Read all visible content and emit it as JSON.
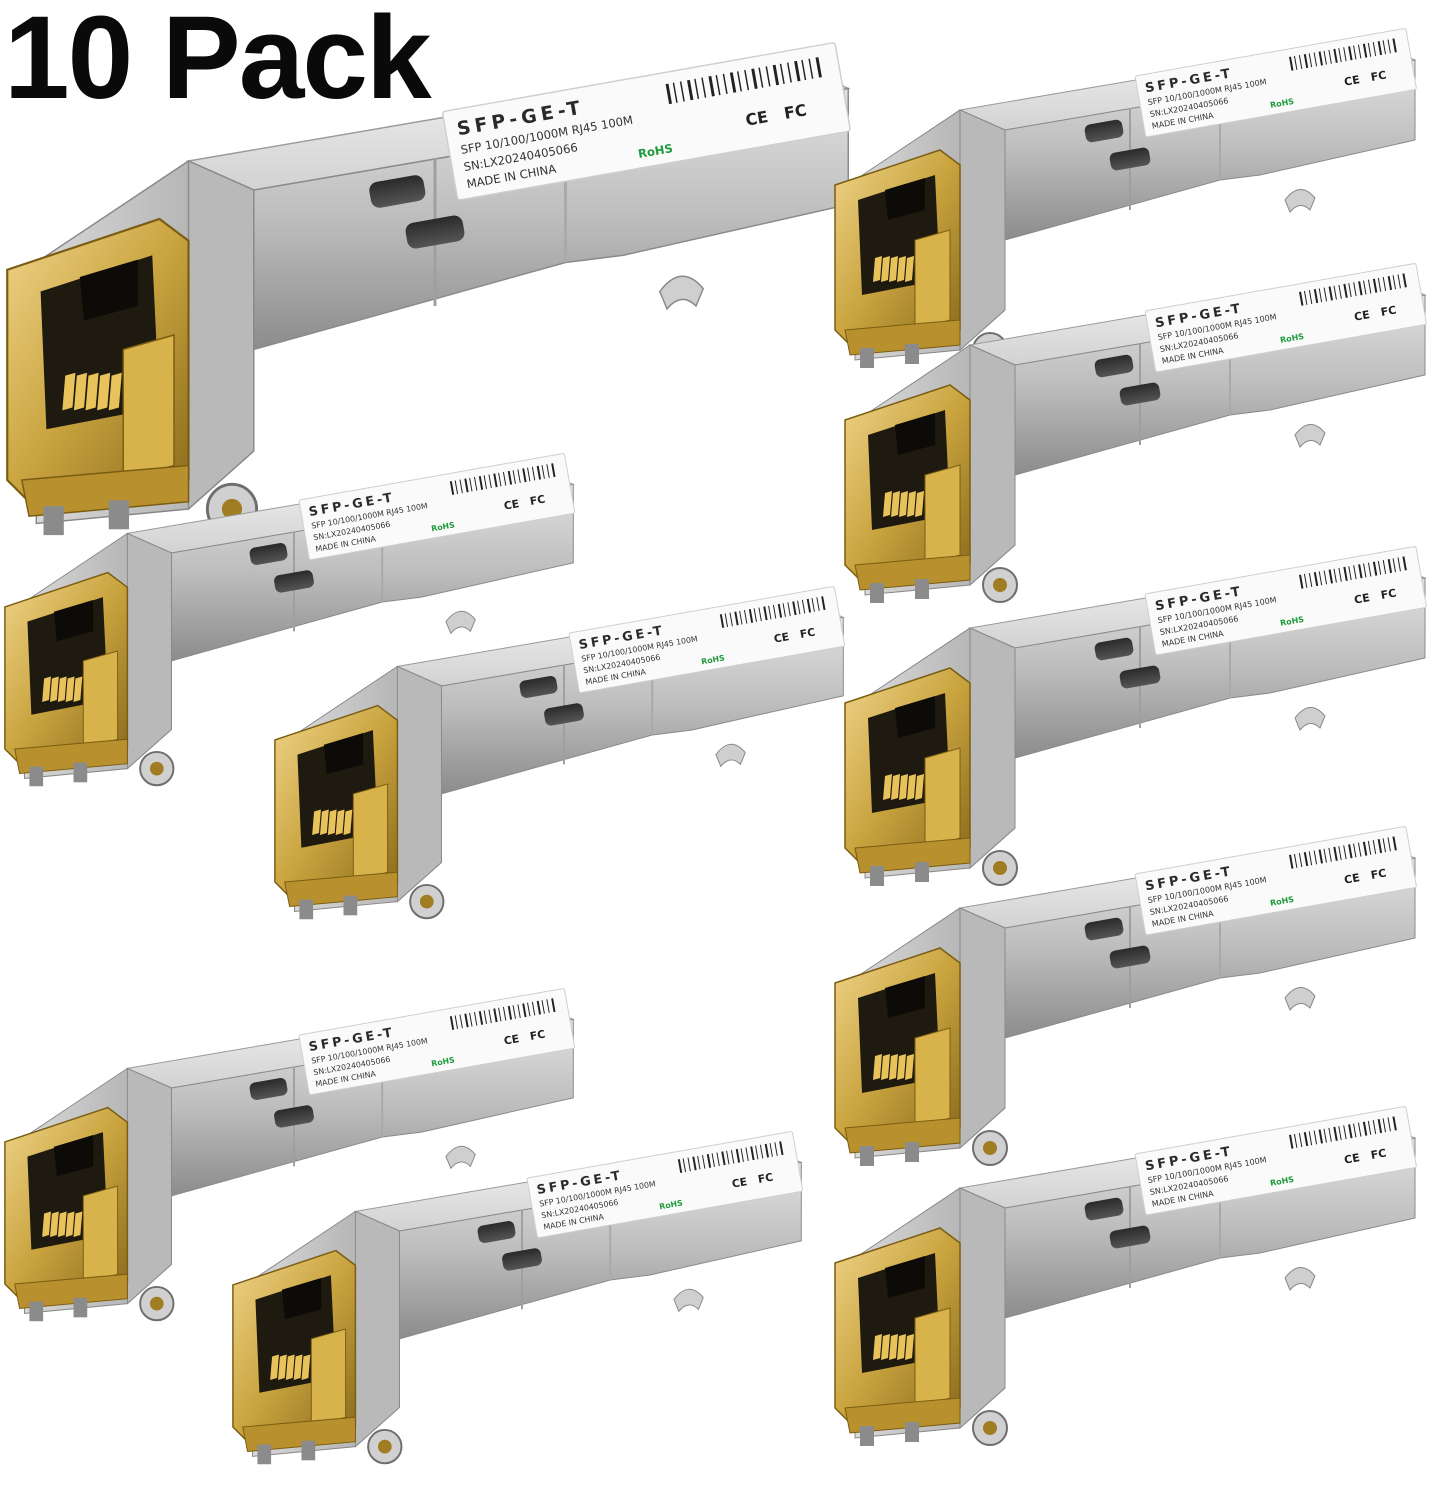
{
  "headline": "10 Pack",
  "label": {
    "model": "SFP-GE-T",
    "spec": "SFP 10/100/1000M RJ45 100M",
    "serial": "SN:LX20240405066",
    "origin": "MADE IN CHINA",
    "rohs": "RoHS",
    "ce": "CE",
    "fcc": "FC"
  },
  "product": {
    "name": "SFP-GE-T copper transceiver module",
    "count": 10,
    "colors": {
      "body": "#c9c9c9",
      "body_dark": "#8f8f8f",
      "body_light": "#ececec",
      "jack": "#c9a43f",
      "jack_dark": "#7a5d12",
      "label_bg": "#fafafa"
    }
  }
}
